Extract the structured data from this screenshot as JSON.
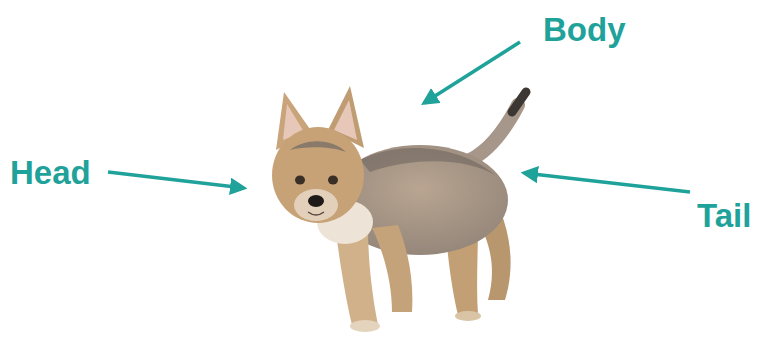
{
  "diagram": {
    "labels": [
      "Head",
      "Body",
      "Tail"
    ]
  }
}
